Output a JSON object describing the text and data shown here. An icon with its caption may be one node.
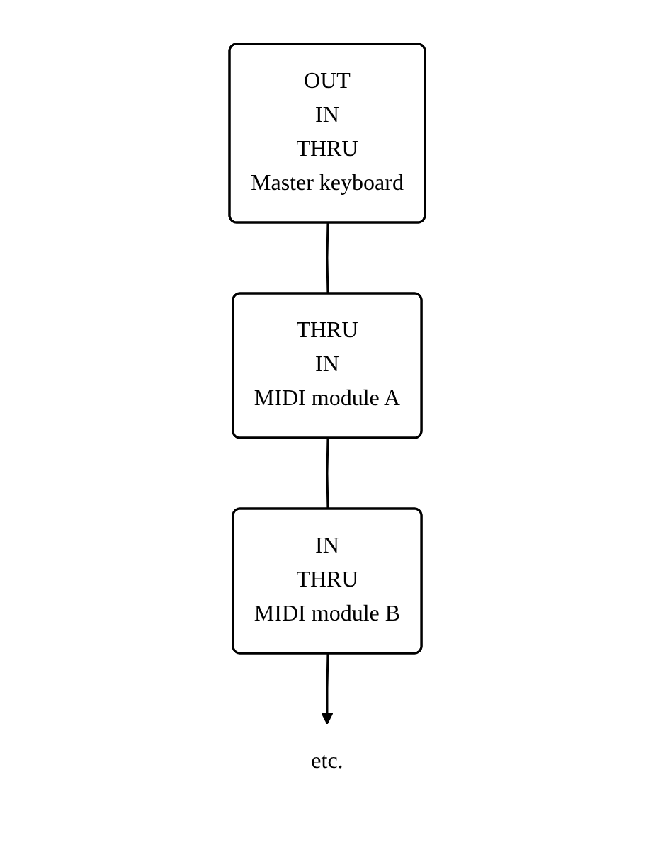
{
  "diagram": {
    "nodes": [
      {
        "text": [
          "OUT",
          "IN",
          "THRU",
          "Master keyboard"
        ]
      },
      {
        "text": [
          "THRU",
          "IN",
          "MIDI module A"
        ]
      },
      {
        "text": [
          "IN",
          "THRU",
          "MIDI module B"
        ]
      },
      {
        "text": [
          "etc."
        ]
      }
    ],
    "edges": [
      {
        "from": 0,
        "to": 1,
        "arrow": "none"
      },
      {
        "from": 1,
        "to": 2,
        "arrow": "none"
      },
      {
        "from": 2,
        "to": 3,
        "arrow": "to"
      }
    ]
  }
}
